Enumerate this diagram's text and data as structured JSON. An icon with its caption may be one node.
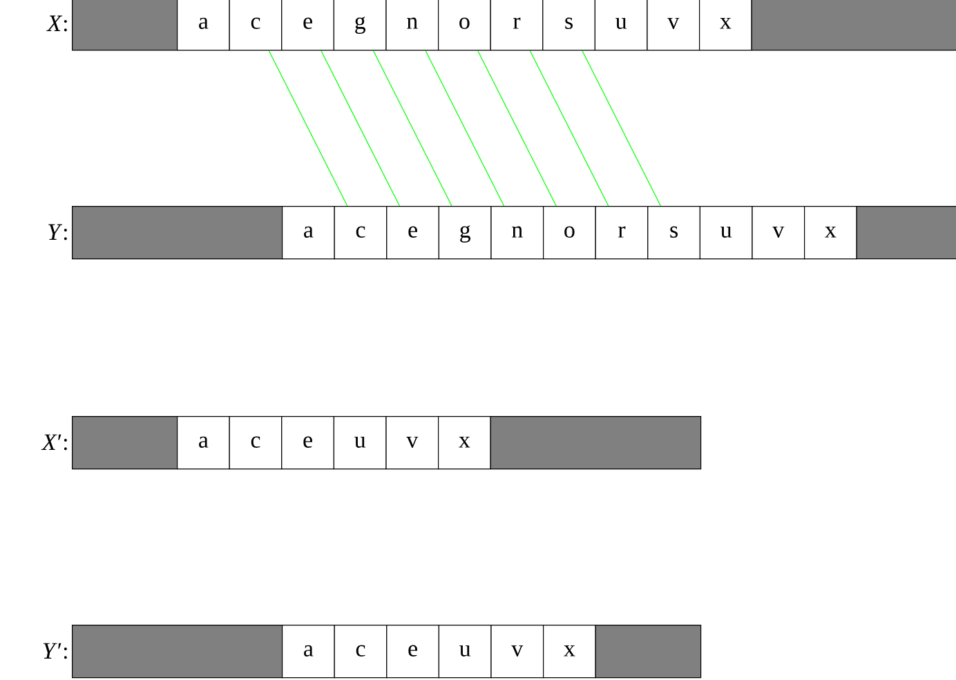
{
  "diagram": {
    "nodes": [
      {
        "text": [],
        "shape": "bar"
      },
      {
        "text": [
          "a"
        ]
      },
      {
        "text": [
          "c"
        ]
      },
      {
        "text": [
          "e"
        ]
      },
      {
        "text": [
          "g"
        ]
      },
      {
        "text": [
          "n"
        ]
      },
      {
        "text": [
          "o"
        ]
      },
      {
        "text": [
          "r"
        ]
      },
      {
        "text": [
          "s"
        ]
      },
      {
        "text": [
          "u"
        ]
      },
      {
        "text": [
          "v"
        ]
      },
      {
        "text": [
          "x"
        ]
      },
      {
        "text": [],
        "shape": "bar"
      },
      {
        "text": [],
        "shape": "bar"
      },
      {
        "text": [
          "a"
        ]
      },
      {
        "text": [
          "c"
        ]
      },
      {
        "text": [
          "e"
        ]
      },
      {
        "text": [
          "g"
        ]
      },
      {
        "text": [
          "n"
        ]
      },
      {
        "text": [
          "o"
        ]
      },
      {
        "text": [
          "r"
        ]
      },
      {
        "text": [
          "s"
        ]
      },
      {
        "text": [
          "u"
        ]
      },
      {
        "text": [
          "v"
        ]
      },
      {
        "text": [
          "x"
        ]
      },
      {
        "text": [],
        "shape": "bar"
      },
      {
        "text": [],
        "shape": "bar"
      },
      {
        "text": [
          "a"
        ]
      },
      {
        "text": [
          "c"
        ]
      },
      {
        "text": [
          "e"
        ]
      },
      {
        "text": [
          "u"
        ]
      },
      {
        "text": [
          "v"
        ]
      },
      {
        "text": [
          "x"
        ]
      },
      {
        "text": [],
        "shape": "bar"
      },
      {
        "text": [],
        "shape": "bar"
      },
      {
        "text": [
          "a"
        ]
      },
      {
        "text": [
          "c"
        ]
      },
      {
        "text": [
          "e"
        ]
      },
      {
        "text": [
          "u"
        ]
      },
      {
        "text": [
          "v"
        ]
      },
      {
        "text": [
          "x"
        ]
      },
      {
        "text": [],
        "shape": "bar"
      }
    ],
    "edges": [
      {
        "from": 2,
        "to": 15,
        "arrow": "none"
      },
      {
        "from": 3,
        "to": 16,
        "arrow": "none"
      },
      {
        "from": 4,
        "to": 17,
        "arrow": "none"
      },
      {
        "from": 5,
        "to": 18,
        "arrow": "none"
      },
      {
        "from": 6,
        "to": 19,
        "arrow": "none"
      },
      {
        "from": 7,
        "to": 20,
        "arrow": "none"
      },
      {
        "from": 8,
        "to": 21,
        "arrow": "none"
      }
    ],
    "labels": [
      "*X*:",
      "*Y*:",
      "*X*′:",
      "*Y*′:"
    ]
  }
}
